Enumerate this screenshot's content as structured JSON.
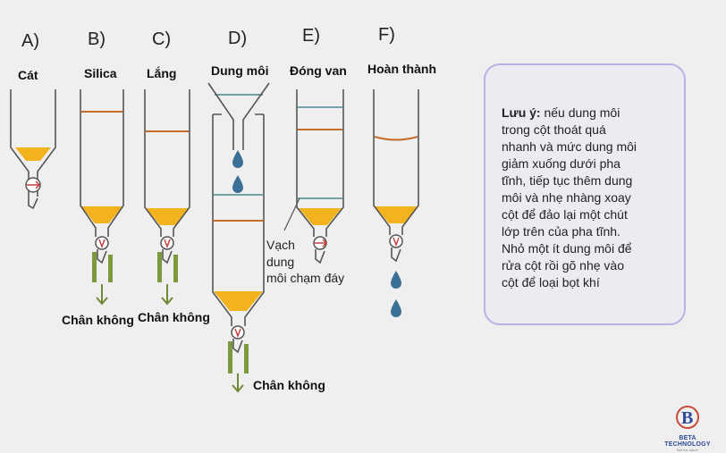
{
  "steps": [
    {
      "letter": "A)",
      "label": "Cát"
    },
    {
      "letter": "B)",
      "label": "Silica"
    },
    {
      "letter": "C)",
      "label": "Lắng"
    },
    {
      "letter": "D)",
      "label": "Dung môi"
    },
    {
      "letter": "E)",
      "label": "Đóng van"
    },
    {
      "letter": "F)",
      "label": "Hoàn thành"
    }
  ],
  "vacuum_label": "Chân không",
  "solvent_mark_label": [
    "Vạch",
    "dung",
    "môi chạm đáy"
  ],
  "note": {
    "title": "Lưu ý:",
    "lines": [
      "nếu dung môi",
      "trong cột thoát quá",
      "nhanh và mức dung môi",
      "giảm xuống dưới pha",
      "tĩnh, tiếp tục thêm dung",
      "môi và nhẹ nhàng xoay",
      "cột để đảo lại một chút",
      "lớp trên của pha tĩnh.",
      "Nhỏ một ít dung môi để",
      "rửa cột rồi gõ nhẹ vào",
      "cột để loại bọt khí"
    ]
  },
  "brand": {
    "name": "BETA TECHNOLOGY",
    "tagline": "Bet the future",
    "icon": "beta-b-logo-icon",
    "accent": "#2c4b9a"
  },
  "colors": {
    "sand": "#f2b31e",
    "orange_line": "#c86a2a",
    "teal_line": "#4a8a90",
    "drop": "#3c6f96",
    "vacuum": "#7c9a3c"
  }
}
